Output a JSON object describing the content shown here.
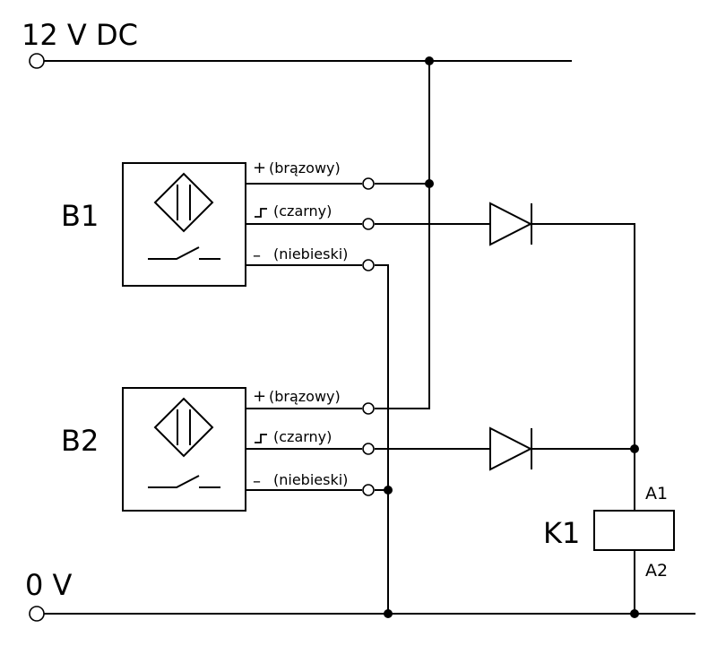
{
  "rails": {
    "supply_label": "12 V DC",
    "ground_label": "0 V"
  },
  "sensors": [
    {
      "name": "B1",
      "wires": [
        {
          "sign": "+",
          "label": "(brązowy)"
        },
        {
          "sign": "",
          "label": "(czarny)"
        },
        {
          "sign": "–",
          "label": "(niebieski)"
        }
      ]
    },
    {
      "name": "B2",
      "wires": [
        {
          "sign": "+",
          "label": "(brązowy)"
        },
        {
          "sign": "",
          "label": "(czarny)"
        },
        {
          "sign": "–",
          "label": "(niebieski)"
        }
      ]
    }
  ],
  "relay": {
    "name": "K1",
    "pin_top": "A1",
    "pin_bottom": "A2"
  }
}
